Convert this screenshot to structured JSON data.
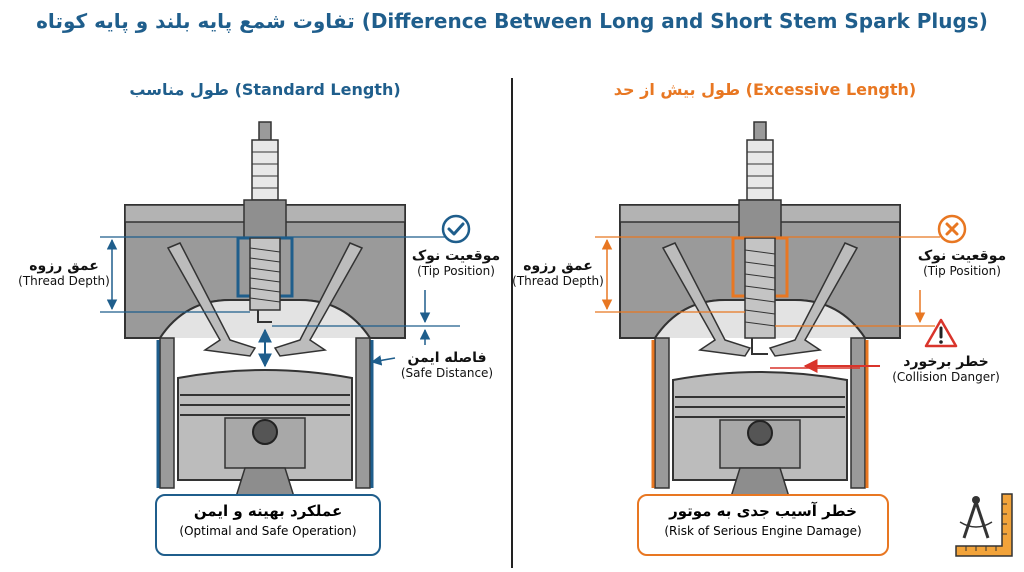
{
  "header": {
    "title_part1": "تفاوت شمع پایه بلند و پایه کوتاه",
    "title_part2": "(Difference Between Long and Short Stem Spark Plugs)"
  },
  "left": {
    "heading": "طول مناسب (Standard Length)",
    "thread_fa": "عمق رزوه",
    "thread_en": "(Thread Depth)",
    "tip_fa": "موقعیت نوک",
    "tip_en": "(Tip Position)",
    "safe_fa": "فاصله ایمن",
    "safe_en": "(Safe Distance)",
    "result_fa": "عملکرد بهینه و ایمن",
    "result_en": "(Optimal and Safe Operation)",
    "accent": "#1f5e8c",
    "status_icon": "check-circle-icon"
  },
  "right": {
    "heading": "طول بیش از حد (Excessive Length)",
    "thread_fa": "عمق رزوه",
    "thread_en": "(Thread Depth)",
    "tip_fa": "موقعیت نوک",
    "tip_en": "(Tip Position)",
    "danger_fa": "خطر برخورد",
    "danger_en": "(Collision Danger)",
    "result_fa": "خطر آسیب جدی به موتور",
    "result_en": "(Risk of Serious Engine Damage)",
    "accent": "#e87722",
    "danger_color": "#d9342b",
    "status_icon": "x-circle-icon",
    "warning_icon": "warning-triangle-icon"
  },
  "logo_icon": "compass-ruler-icon"
}
